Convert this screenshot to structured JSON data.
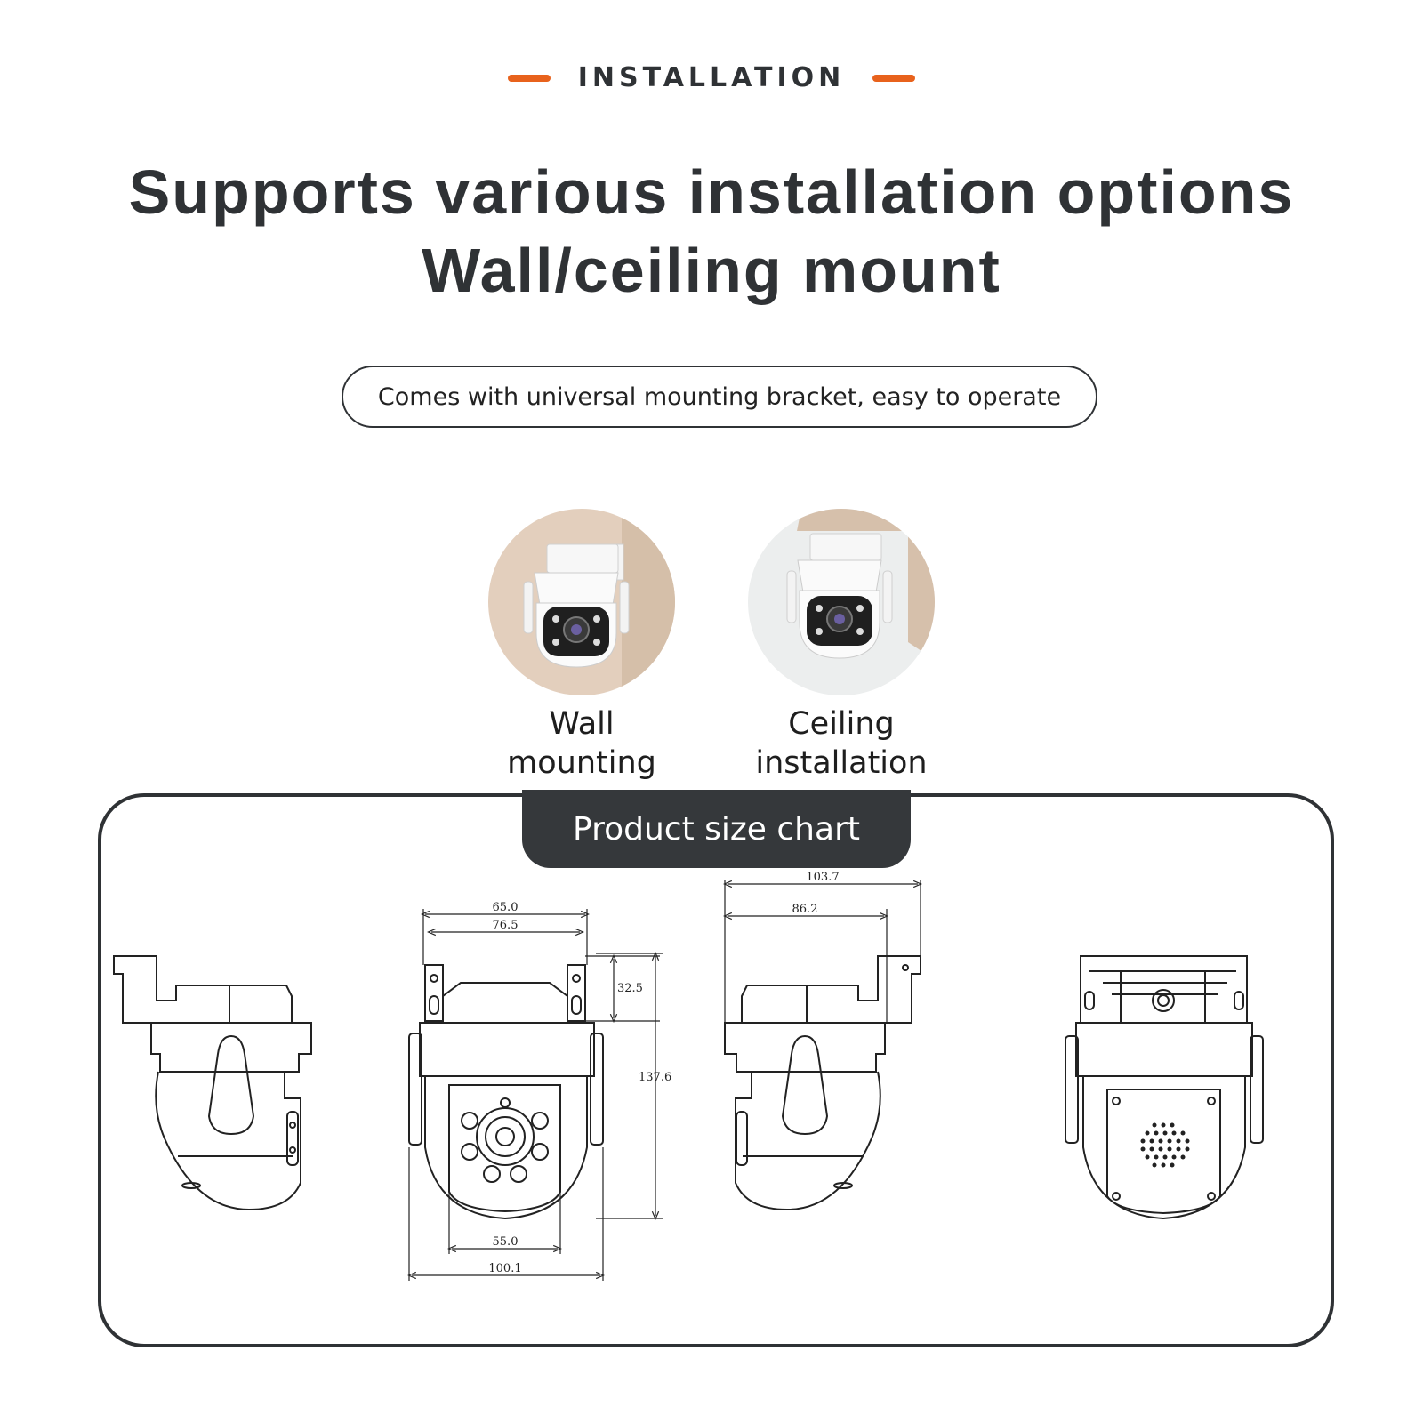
{
  "header": {
    "kicker": "INSTALLATION",
    "title_line1": "Supports various installation options",
    "title_line2": "Wall/ceiling mount",
    "pill_text": "Comes with universal mounting bracket, easy to operate"
  },
  "options": [
    {
      "label_line1": "Wall",
      "label_line2": "mounting"
    },
    {
      "label_line1": "Ceiling",
      "label_line2": "installation"
    }
  ],
  "size_chart": {
    "tab_label": "Product size chart",
    "dims": {
      "front_top": "65.0",
      "front_inner": "76.5",
      "front_bracket_h": "32.5",
      "front_height": "137.6",
      "front_lens_w": "55.0",
      "front_total_w": "100.1",
      "side_total": "103.7",
      "side_inner": "86.2"
    }
  },
  "colors": {
    "accent": "#e8621c",
    "dark": "#2f3235",
    "tab_bg": "#35383b",
    "wall_bg": "#e4d2c1",
    "ceiling_bg": "#eceeee"
  }
}
